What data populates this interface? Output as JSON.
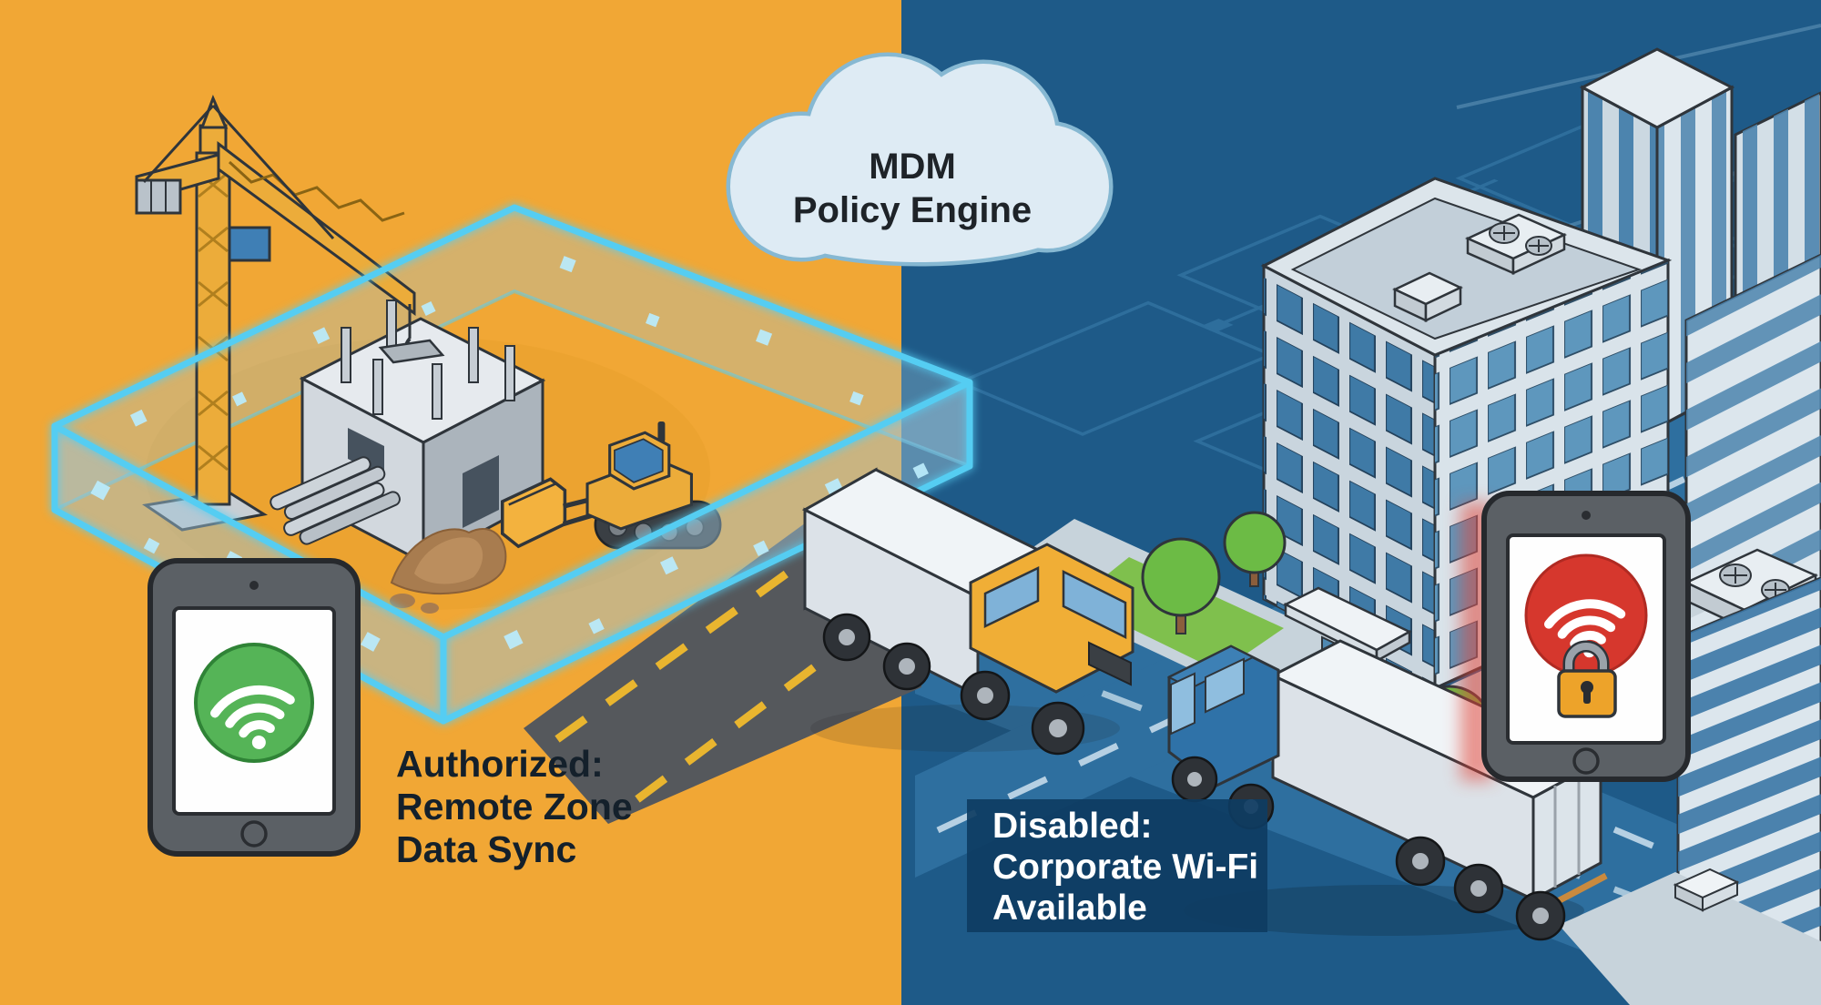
{
  "cloud": {
    "label_lines": [
      "MDM",
      "Policy Engine"
    ]
  },
  "authorized_zone": {
    "caption_lines": [
      "Authorized:",
      "Remote Zone",
      "Data Sync"
    ]
  },
  "restricted_zone": {
    "caption_lines": [
      "Disabled:",
      "Corporate Wi-Fi",
      "Available"
    ]
  },
  "icons": [
    {
      "name": "cloud-icon",
      "shape": "cloud",
      "color": "#DEEBF4"
    },
    {
      "name": "wifi-enabled-icon",
      "shape": "wifi-arcs-in-circle",
      "color": "#55B457"
    },
    {
      "name": "wifi-blocked-icon",
      "shape": "wifi-arcs-in-circle",
      "color": "#D6372D"
    },
    {
      "name": "padlock-icon",
      "shape": "padlock",
      "color": "#EDA32A"
    },
    {
      "name": "geofence-icon",
      "shape": "glowing-isometric-box",
      "color": "#55CDF2"
    }
  ],
  "colors": {
    "zone_left_bg": "#F1A735",
    "zone_right_bg": "#1E5A88",
    "circuit_line": "#3E82B1",
    "geofence_glow": "#55CDF2",
    "road_asphalt": "#55585C",
    "road_marking_yellow": "#E9B52F",
    "city_road": "#2E6F9F",
    "road_marking_white": "#D8E9F4",
    "sidewalk": "#C7D3DB",
    "grass": "#7FC04D",
    "tree": "#6CBB45",
    "wifi_enabled": "#55B457",
    "wifi_blocked": "#D6372D",
    "padlock": "#EDA32A",
    "cloud_fill": "#DEEBF4",
    "cloud_outline": "#86B8D2",
    "tablet_frame": "#5B6065",
    "caption_dark": "#14202B",
    "caption_light": "#FFFFFF",
    "caption_box": "#0E3C62",
    "crane_yellow": "#ECAC3A",
    "vehicle_yellow": "#F0AE36",
    "truck_cab_blue": "#2F72A8",
    "building_glass": "#4C84AE"
  }
}
